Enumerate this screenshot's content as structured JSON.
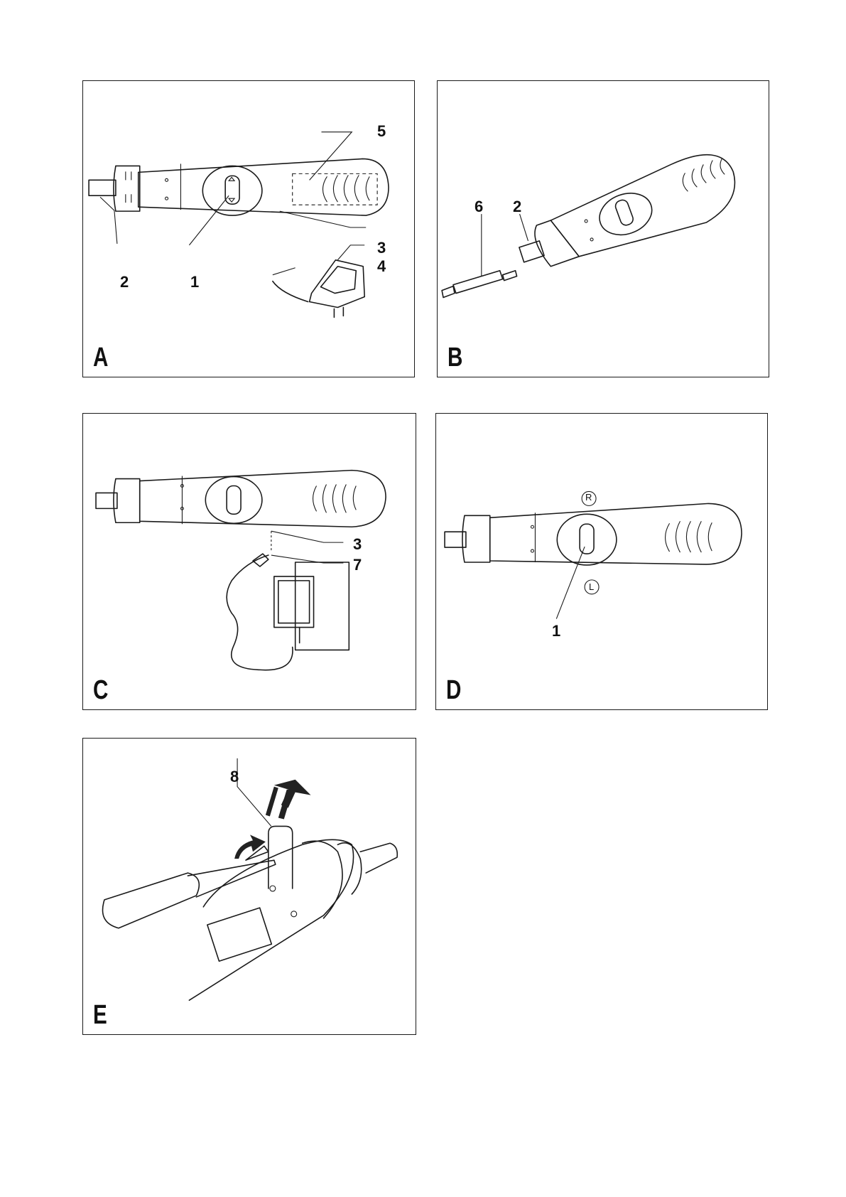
{
  "panels": [
    {
      "id": "A",
      "letter": "A",
      "callouts": [
        "5",
        "3",
        "4",
        "2",
        "1"
      ]
    },
    {
      "id": "B",
      "letter": "B",
      "callouts": [
        "6",
        "2"
      ]
    },
    {
      "id": "C",
      "letter": "C",
      "callouts": [
        "3",
        "7"
      ]
    },
    {
      "id": "D",
      "letter": "D",
      "callouts": [
        "1"
      ],
      "direction_marks": [
        "R",
        "L"
      ]
    },
    {
      "id": "E",
      "letter": "E",
      "callouts": [
        "8"
      ]
    }
  ]
}
